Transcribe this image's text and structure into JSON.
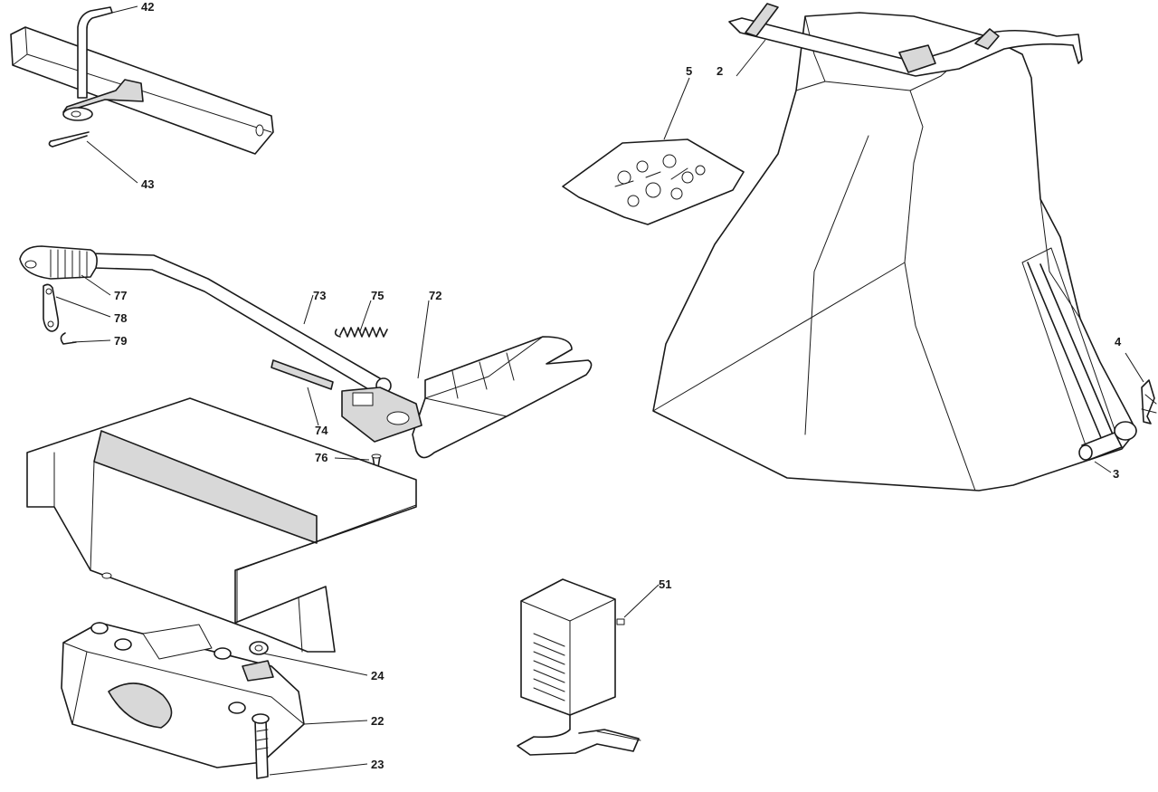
{
  "diagram": {
    "callouts": {
      "c42": "42",
      "c43": "43",
      "c77": "77",
      "c78": "78",
      "c79": "79",
      "c73": "73",
      "c75": "75",
      "c72": "72",
      "c74": "74",
      "c76": "76",
      "c24": "24",
      "c22": "22",
      "c23": "23",
      "c51": "51",
      "c5": "5",
      "c2": "2",
      "c4": "4",
      "c3": "3"
    },
    "colors": {
      "line": "#1a1a1a",
      "background": "#ffffff"
    }
  }
}
